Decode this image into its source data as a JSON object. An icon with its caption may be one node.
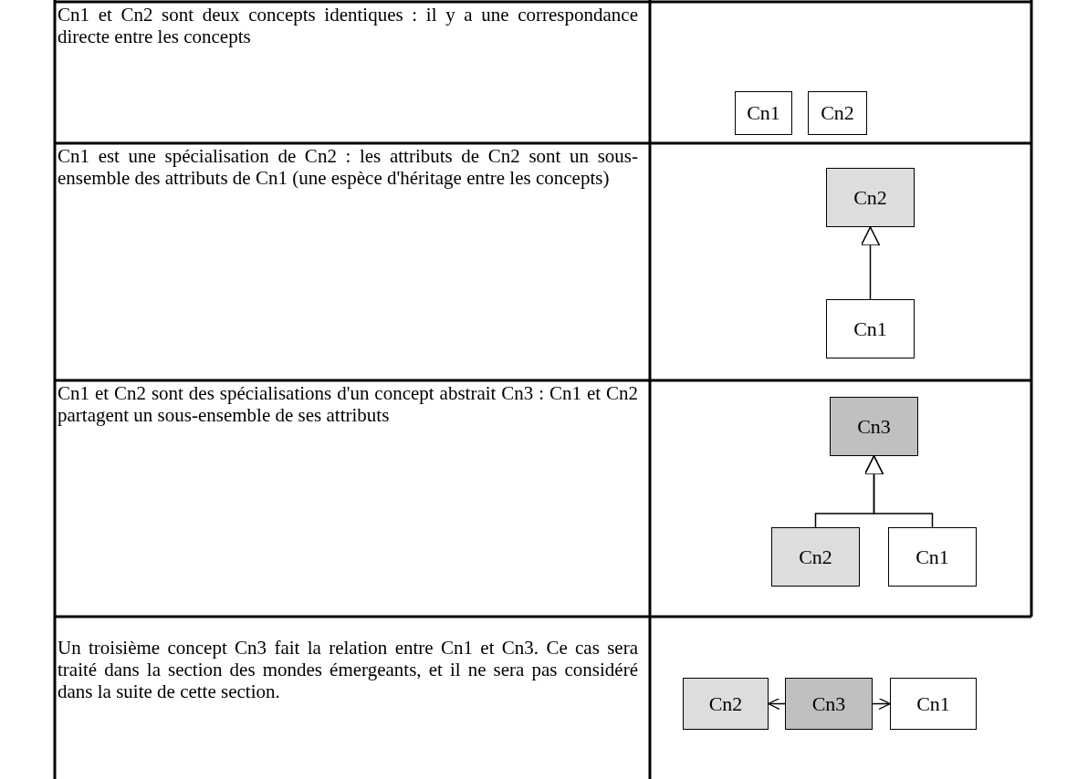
{
  "diagram": {
    "nodes": [
      {
        "text": [
          "Cn1"
        ]
      },
      {
        "text": [
          "Cn2"
        ]
      },
      {
        "text": [
          "Cn2"
        ]
      },
      {
        "text": [
          "Cn1"
        ]
      },
      {
        "text": [
          "Cn3"
        ]
      },
      {
        "text": [
          "Cn2"
        ]
      },
      {
        "text": [
          "Cn1"
        ]
      },
      {
        "text": [
          "Cn2"
        ]
      },
      {
        "text": [
          "Cn3"
        ]
      },
      {
        "text": [
          "Cn1"
        ]
      }
    ],
    "edges": [
      {
        "from": 3,
        "to": 2,
        "arrow": "to"
      },
      {
        "from": 5,
        "to": 4,
        "arrow": "to"
      },
      {
        "from": 6,
        "to": 4,
        "arrow": "to"
      },
      {
        "from": 8,
        "to": 7,
        "arrow": "to"
      },
      {
        "from": 8,
        "to": 9,
        "arrow": "to"
      }
    ],
    "labels": [
      "Cn1 et Cn2 sont deux concepts identiques : il y a une correspondance directe entre les concepts",
      "Cn1 est une spécialisation de Cn2 : les attributs de Cn2 sont un sous-ensemble des attributs de Cn1 (une espèce d'héritage entre les concepts)",
      "Cn1 et Cn2 sont des spécialisations d'un concept abstrait Cn3 : Cn1 et Cn2 partagent un sous-ensemble de ses attributs",
      "Un troisième concept Cn3 fait la relation entre Cn1 et Cn3. Ce cas sera traité dans la section des mondes émergeants, et il ne sera pas considéré dans la suite de cette section."
    ]
  }
}
